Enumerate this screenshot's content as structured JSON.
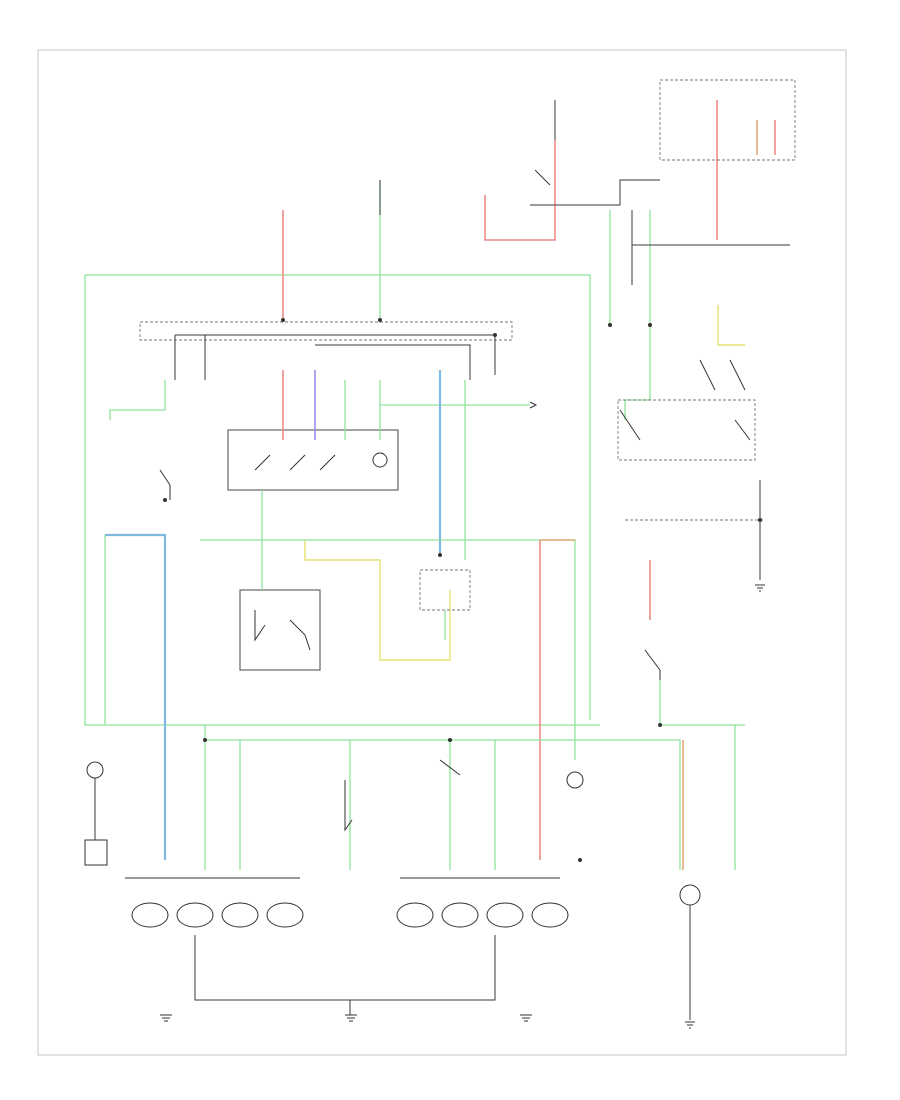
{
  "diagram": {
    "footer_id": "",
    "colors": {
      "frame": "#cfcfcf",
      "wire_black": "#3a3a3a",
      "wire_green": "#8fe39a",
      "wire_red": "#f08a8a",
      "wire_blue": "#7fb8e0",
      "wire_violet": "#9a90e8",
      "wire_yellow": "#e6e070",
      "wire_orange": "#e8a878"
    },
    "lamps": [
      {
        "id": "front-left-lamp-1"
      },
      {
        "id": "front-left-lamp-2"
      },
      {
        "id": "front-left-lamp-3"
      },
      {
        "id": "front-left-lamp-4"
      },
      {
        "id": "front-right-lamp-1"
      },
      {
        "id": "front-right-lamp-2"
      },
      {
        "id": "front-right-lamp-3"
      },
      {
        "id": "front-right-lamp-4"
      }
    ]
  }
}
